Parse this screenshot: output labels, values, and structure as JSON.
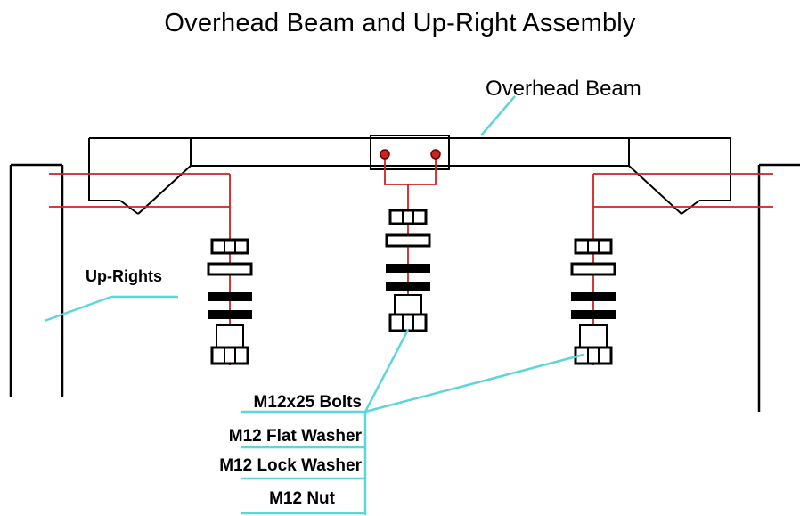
{
  "title": "Overhead Beam and Up-Right Assembly",
  "labels": {
    "overhead_beam": "Overhead Beam",
    "up_rights": "Up-Rights"
  },
  "hardware": [
    {
      "id": "bolts",
      "label": "M12x25 Bolts"
    },
    {
      "id": "flat_washer",
      "label": "M12 Flat Washer"
    },
    {
      "id": "lock_washer",
      "label": "M12 Lock Washer"
    },
    {
      "id": "nut",
      "label": "M12 Nut"
    }
  ],
  "colors": {
    "outline": "#000000",
    "bolt_line": "#cc2222",
    "leader": "#5ed6d6"
  }
}
